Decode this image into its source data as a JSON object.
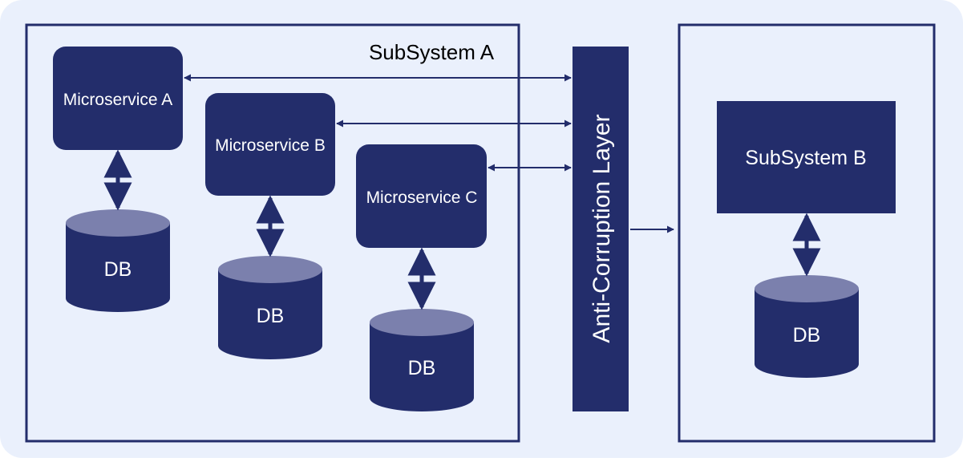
{
  "colors": {
    "background": "#eaf0fc",
    "box_fill": "#232d6b",
    "db_top": "#7b80ad",
    "stroke": "#232d6b",
    "white": "#ffffff",
    "label": "#000000"
  },
  "subsystem_a": {
    "label": "SubSystem A"
  },
  "subsystem_b": {
    "label": "SubSystem B",
    "db_label": "DB"
  },
  "acl": {
    "label": "Anti-Corruption Layer"
  },
  "microservices": [
    {
      "label": "Microservice A",
      "db_label": "DB"
    },
    {
      "label": "Microservice B",
      "db_label": "DB"
    },
    {
      "label": "Microservice C",
      "db_label": "DB"
    }
  ]
}
